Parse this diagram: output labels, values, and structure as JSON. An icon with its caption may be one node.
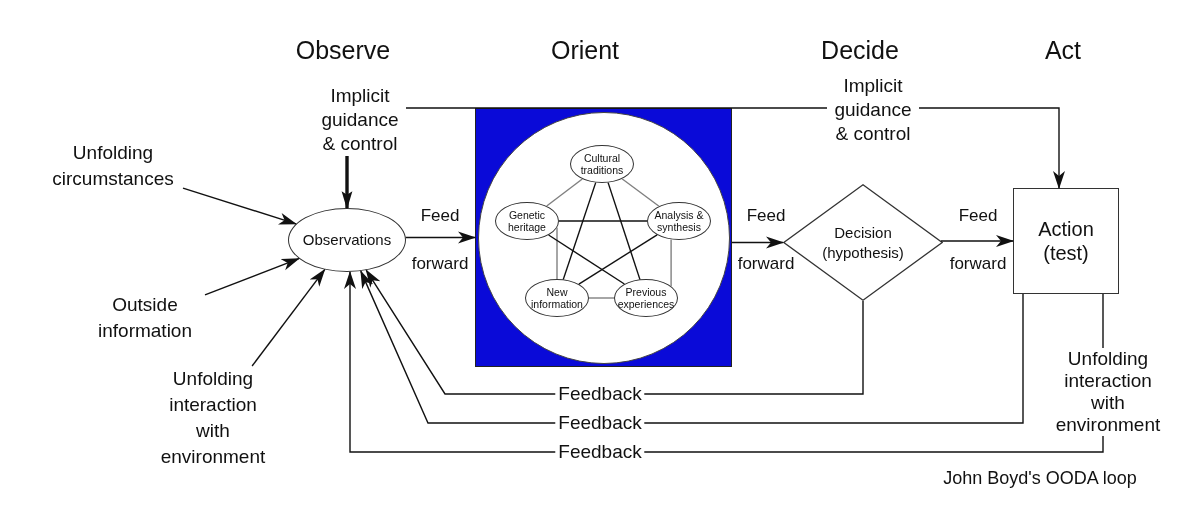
{
  "diagram": {
    "nodes": [
      {
        "text": [
          "Unfolding circumstances"
        ]
      },
      {
        "text": [
          "Outside information"
        ]
      },
      {
        "text": [
          "Unfolding interaction with environment"
        ]
      },
      {
        "text": [
          "Implicit guidance & control"
        ]
      },
      {
        "text": [
          "Observations"
        ]
      },
      {
        "text": [],
        "shape": "box"
      },
      {
        "text": [],
        "shape": "circle",
        "in": 5
      },
      {
        "text": [
          "Cultural traditions"
        ],
        "in": 6
      },
      {
        "text": [
          "Genetic heritage"
        ],
        "in": 6
      },
      {
        "text": [
          "Analysis & synthesis"
        ],
        "in": 6
      },
      {
        "text": [
          "New information"
        ],
        "in": 6
      },
      {
        "text": [
          "Previous experiences"
        ],
        "in": 6
      },
      {
        "text": [
          "Decision (hypothesis)"
        ]
      },
      {
        "text": [
          "Action (test)"
        ]
      },
      {
        "text": [
          "Unfolding interaction with environment"
        ]
      }
    ],
    "edges": [
      {
        "from": 0,
        "to": 4,
        "arrow": "to"
      },
      {
        "from": 1,
        "to": 4,
        "arrow": "to"
      },
      {
        "from": 2,
        "to": 4,
        "arrow": "to"
      },
      {
        "from": 3,
        "to": 4,
        "arrow": "to",
        "style": "thick"
      },
      {
        "from": 4,
        "to": 5,
        "arrow": "to",
        "label": "Feed forward"
      },
      {
        "from": 5,
        "to": 12,
        "arrow": "to",
        "label": "Feed forward"
      },
      {
        "from": 12,
        "to": 13,
        "arrow": "to",
        "label": "Feed forward"
      },
      {
        "from": 3,
        "to": 13,
        "arrow": "to",
        "label": "Implicit guidance & control"
      },
      {
        "from": 12,
        "to": 4,
        "arrow": "to",
        "label": "Feedback"
      },
      {
        "from": 13,
        "to": 4,
        "arrow": "to",
        "label": "Feedback"
      },
      {
        "from": 13,
        "to": 14,
        "arrow": "none"
      },
      {
        "from": 14,
        "to": 4,
        "arrow": "to",
        "label": "Feedback"
      },
      {
        "from": 7,
        "to": 8,
        "arrow": "none",
        "color": "#808080"
      },
      {
        "from": 7,
        "to": 9,
        "arrow": "none",
        "color": "#808080"
      },
      {
        "from": 8,
        "to": 10,
        "arrow": "none",
        "color": "#808080"
      },
      {
        "from": 9,
        "to": 11,
        "arrow": "none",
        "color": "#808080"
      },
      {
        "from": 10,
        "to": 11,
        "arrow": "none",
        "color": "#808080"
      },
      {
        "from": 7,
        "to": 10,
        "arrow": "none"
      },
      {
        "from": 7,
        "to": 11,
        "arrow": "none"
      },
      {
        "from": 8,
        "to": 9,
        "arrow": "none"
      },
      {
        "from": 8,
        "to": 11,
        "arrow": "none"
      },
      {
        "from": 9,
        "to": 10,
        "arrow": "none"
      }
    ],
    "labels": [
      "Observe",
      "Orient",
      "Decide",
      "Act",
      "John Boyd's OODA loop"
    ]
  }
}
